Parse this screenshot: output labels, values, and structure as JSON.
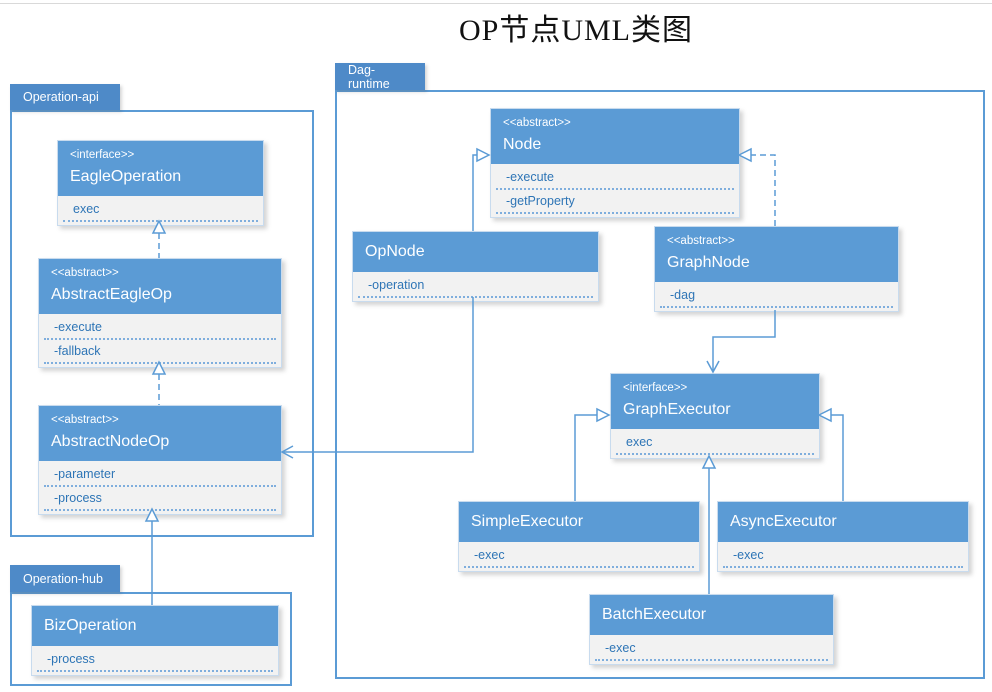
{
  "title": "OP节点UML类图",
  "colors": {
    "header_blue": "#5b9bd5",
    "tab_blue": "#4e8ac8",
    "attr_background": "#f2f2f2",
    "attr_text": "#2e75b6",
    "connector_blue": "#5b9bd5"
  },
  "packages": {
    "operation_api": {
      "label": "Operation-api"
    },
    "operation_hub": {
      "label": "Operation-hub"
    },
    "dag_runtime": {
      "label": "Dag-runtime"
    }
  },
  "classes": {
    "eagle_operation": {
      "stereotype": "<interface>>",
      "name": "EagleOperation",
      "attrs": [
        "exec"
      ]
    },
    "abstract_eagle_op": {
      "stereotype": "<<abstract>>",
      "name": "AbstractEagleOp",
      "attrs": [
        "-execute",
        "-fallback"
      ]
    },
    "abstract_node_op": {
      "stereotype": "<<abstract>>",
      "name": "AbstractNodeOp",
      "attrs": [
        "-parameter",
        "-process"
      ]
    },
    "biz_operation": {
      "name": "BizOperation",
      "attrs": [
        "-process"
      ]
    },
    "node": {
      "stereotype": "<<abstract>>",
      "name": "Node",
      "attrs": [
        "-execute",
        "-getProperty"
      ]
    },
    "op_node": {
      "name": "OpNode",
      "attrs": [
        "-operation"
      ]
    },
    "graph_node": {
      "stereotype": "<<abstract>>",
      "name": "GraphNode",
      "attrs": [
        "-dag"
      ]
    },
    "graph_executor": {
      "stereotype": "<interface>>",
      "name": "GraphExecutor",
      "attrs": [
        "exec"
      ]
    },
    "simple_executor": {
      "name": "SimpleExecutor",
      "attrs": [
        "-exec"
      ]
    },
    "async_executor": {
      "name": "AsyncExecutor",
      "attrs": [
        "-exec"
      ]
    },
    "batch_executor": {
      "name": "BatchExecutor",
      "attrs": [
        "-exec"
      ]
    }
  },
  "relations": [
    {
      "from": "AbstractEagleOp",
      "to": "EagleOperation",
      "type": "realization"
    },
    {
      "from": "AbstractNodeOp",
      "to": "AbstractEagleOp",
      "type": "realization"
    },
    {
      "from": "BizOperation",
      "to": "AbstractNodeOp",
      "type": "generalization"
    },
    {
      "from": "OpNode",
      "to": "Node",
      "type": "generalization"
    },
    {
      "from": "GraphNode",
      "to": "Node",
      "type": "realization"
    },
    {
      "from": "OpNode",
      "to": "AbstractNodeOp",
      "type": "association"
    },
    {
      "from": "GraphNode",
      "to": "GraphExecutor",
      "type": "association"
    },
    {
      "from": "SimpleExecutor",
      "to": "GraphExecutor",
      "type": "generalization"
    },
    {
      "from": "AsyncExecutor",
      "to": "GraphExecutor",
      "type": "generalization"
    },
    {
      "from": "BatchExecutor",
      "to": "GraphExecutor",
      "type": "generalization"
    }
  ]
}
